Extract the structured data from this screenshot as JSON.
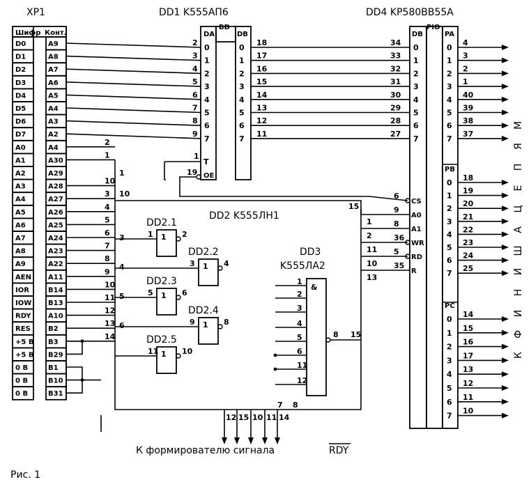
{
  "xp1": {
    "title": "XP1",
    "header": [
      "Шифр",
      "Конт."
    ],
    "rows": [
      [
        "D0",
        "A9"
      ],
      [
        "D1",
        "A8"
      ],
      [
        "D2",
        "A7"
      ],
      [
        "D3",
        "A6"
      ],
      [
        "D4",
        "A5"
      ],
      [
        "D5",
        "A4"
      ],
      [
        "D6",
        "A3"
      ],
      [
        "D7",
        "A2"
      ],
      [
        "A0",
        "A4"
      ],
      [
        "A1",
        "A30"
      ],
      [
        "A2",
        "A29"
      ],
      [
        "A3",
        "A28"
      ],
      [
        "A4",
        "A27"
      ],
      [
        "A5",
        "A26"
      ],
      [
        "A6",
        "A25"
      ],
      [
        "A7",
        "A24"
      ],
      [
        "A8",
        "A23"
      ],
      [
        "A9",
        "A22"
      ],
      [
        "AEN",
        "A11"
      ],
      [
        "IOR",
        "B14"
      ],
      [
        "IOW",
        "B13"
      ],
      [
        "RDY",
        "A10"
      ],
      [
        "RES",
        "B2"
      ],
      [
        "+5 В",
        "B3"
      ],
      [
        "+5 В",
        "B29"
      ],
      [
        "0 В",
        "B1"
      ],
      [
        "0 В",
        "B10"
      ],
      [
        "0 В",
        "B31"
      ]
    ]
  },
  "dd1": {
    "title": "DD1 K555AП6",
    "col_a": "DA",
    "col_b": "DB",
    "mid": "BD",
    "pins_a": [
      "2",
      "3",
      "4",
      "5",
      "6",
      "7",
      "8",
      "9"
    ],
    "pins_b": [
      "18",
      "17",
      "16",
      "15",
      "14",
      "13",
      "12",
      "11"
    ],
    "idx": [
      "0",
      "1",
      "2",
      "3",
      "4",
      "5",
      "6",
      "7"
    ],
    "t_pin": "1",
    "t_lbl": "T",
    "oe_pin": "19",
    "oe_lbl": "OE"
  },
  "dd4": {
    "title": "DD4 KP580BB55A",
    "db": "DB",
    "pio": "PIO",
    "pa": "PA",
    "pb": "PB",
    "pc": "PC",
    "db_pins": [
      "34",
      "33",
      "32",
      "31",
      "30",
      "29",
      "28",
      "27"
    ],
    "pa_pins": [
      "4",
      "3",
      "2",
      "1",
      "40",
      "39",
      "38",
      "37"
    ],
    "pb_pins": [
      "18",
      "19",
      "20",
      "21",
      "22",
      "23",
      "24",
      "25"
    ],
    "pc_pins": [
      "14",
      "15",
      "16",
      "17",
      "13",
      "12",
      "11",
      "10"
    ],
    "ctrl": [
      [
        "6",
        "CS"
      ],
      [
        "9",
        "A0"
      ],
      [
        "8",
        "A1"
      ],
      [
        "36",
        "WR"
      ],
      [
        "5",
        "RD"
      ],
      [
        "35",
        "R"
      ]
    ],
    "idx": [
      "0",
      "1",
      "2",
      "3",
      "4",
      "5",
      "6",
      "7"
    ]
  },
  "dd2": {
    "title": "DD2 K555ЛН1",
    "gates": [
      "DD2.1",
      "DD2.2",
      "DD2.3",
      "DD2.4",
      "DD2.5"
    ],
    "gate_pins": [
      [
        "1",
        "2"
      ],
      [
        "3",
        "4"
      ],
      [
        "5",
        "6"
      ],
      [
        "9",
        "8"
      ],
      [
        "11",
        "10"
      ]
    ],
    "one": "1"
  },
  "dd3": {
    "title_a": "DD3",
    "title_b": "K555ЛА2",
    "amp": "&",
    "in_pins": [
      "1",
      "2",
      "3",
      "4",
      "5",
      "6",
      "11",
      "12"
    ],
    "out_pin": "8",
    "ext_pin": "15"
  },
  "bus_left_pins": [
    "2",
    "1",
    "10",
    "3",
    "4",
    "5",
    "6",
    "7",
    "8",
    "9",
    "10",
    "11",
    "12",
    "13",
    "14"
  ],
  "bus_left_inner": [
    "3",
    "4",
    "5",
    "6"
  ],
  "right_bus_pins": [
    "15",
    "1",
    "2",
    "11",
    "10",
    "13"
  ],
  "bottom_pins": [
    "12",
    "15",
    "10",
    "11",
    "14"
  ],
  "bottom_inner": [
    "7",
    "8"
  ],
  "vertical_label": "К ФИНИША ЦЕПЯМ",
  "vertical_label_chars": [
    "К",
    "Ф",
    "И",
    "Н",
    "И",
    "Ш",
    "А",
    "Ц",
    "Е",
    "П",
    "Я",
    "М"
  ],
  "caption_rdy": "К формирователю сигнала RDY",
  "caption_pre": "К формирователю сигнала",
  "caption_rdy_word": "RDY",
  "figure": "Рис. 1"
}
